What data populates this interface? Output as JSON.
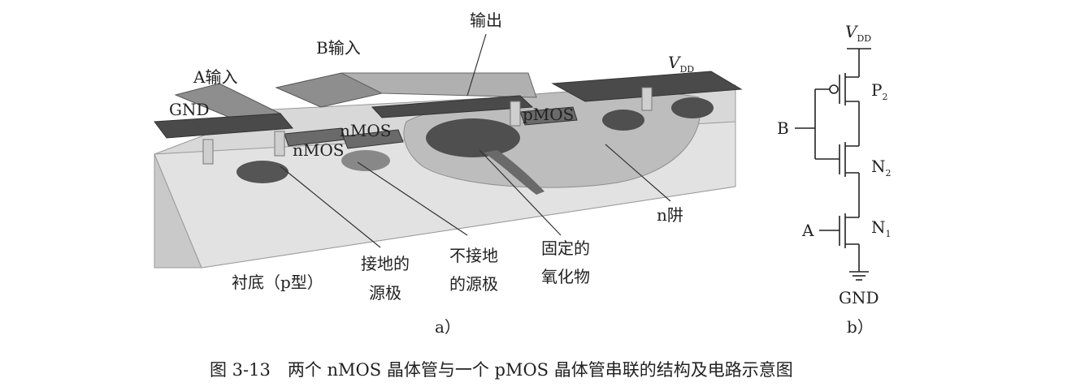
{
  "labels": {
    "a_input": "A输入",
    "b_input": "B输入",
    "output": "输出",
    "gnd_left": "GND",
    "vdd_left_main": "V",
    "vdd_left_sub": "DD",
    "nmos_1": "nMOS",
    "nmos_2": "nMOS",
    "pmos": "pMOS",
    "n_well": "n阱",
    "substrate": "衬底（p型）",
    "grounded_source_l1": "接地的",
    "grounded_source_l2": "源极",
    "ungrounded_source_l1": "不接地",
    "ungrounded_source_l2": "的源极",
    "fixed_oxide_l1": "固定的",
    "fixed_oxide_l2": "氧化物",
    "sub_a": "a）"
  },
  "circuit": {
    "vdd_main": "V",
    "vdd_sub": "DD",
    "p2_main": "P",
    "p2_sub": "2",
    "n2_main": "N",
    "n2_sub": "2",
    "n1_main": "N",
    "n1_sub": "1",
    "in_b": "B",
    "in_a": "A",
    "gnd": "GND",
    "sub_b": "b）"
  },
  "caption": "图 3-13　两个 nMOS 晶体管与一个 pMOS 晶体管串联的结构及电路示意图"
}
